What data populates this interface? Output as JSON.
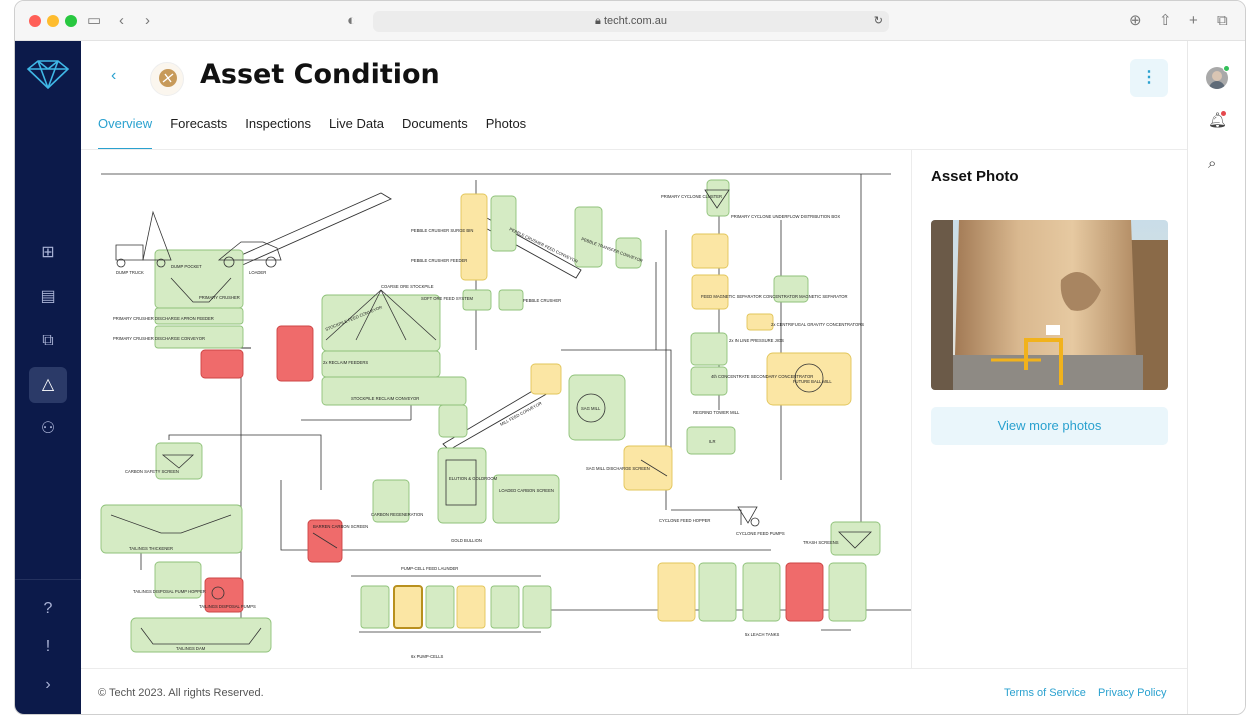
{
  "browser": {
    "url": "techt.com.au"
  },
  "header": {
    "title": "Asset Condition"
  },
  "tabs": [
    {
      "label": "Overview",
      "active": true
    },
    {
      "label": "Forecasts",
      "active": false
    },
    {
      "label": "Inspections",
      "active": false
    },
    {
      "label": "Live Data",
      "active": false
    },
    {
      "label": "Documents",
      "active": false
    },
    {
      "label": "Photos",
      "active": false
    }
  ],
  "asset_panel": {
    "title": "Asset Photo",
    "button_label": "View more photos"
  },
  "footer": {
    "copyright": "© Techt 2023. All rights Reserved.",
    "terms": "Terms of Service",
    "privacy": "Privacy Policy"
  },
  "status_colors": {
    "good": "#d5ebc4",
    "warning": "#fbe6a4",
    "critical": "#ef6b6b",
    "accent": "#2aa1cf",
    "sidebar": "#0c1a4a"
  },
  "diagram": {
    "labels": {
      "dump_truck": "DUMP TRUCK",
      "dump_pocket": "DUMP POCKET",
      "loader": "LOADER",
      "primary_crusher": "PRIMARY CRUSHER",
      "primary_crusher_apron": "PRIMARY CRUSHER DISCHARGE APRON FEEDER",
      "primary_crusher_conveyor": "PRIMARY CRUSHER DISCHARGE CONVEYOR",
      "stockpile_feed_conveyor": "STOCKPILE FEED CONVEYOR",
      "coarse_ore": "COARSE ORE STOCKPILE",
      "reclaim_feeders": "2x RECLAIM FEEDERS",
      "stockpile_reclaim": "STOCKPILE RECLAIM CONVEYOR",
      "pebble_surge": "PEBBLE CRUSHER SURGE BIN",
      "pebble_feeder": "PEBBLE CRUSHER FEEDER",
      "pebble_feed_conveyor": "PEBBLE CRUSHER FEED CONVEYOR",
      "pebble_transfer": "PEBBLE TRANSFER CONVEYOR",
      "pebble_crusher": "PEBBLE CRUSHER",
      "soft_ore": "SOFT ORE FEED SYSTEM",
      "mill_feed_conveyor": "MILL FEED CONVEYOR",
      "sag_mill": "SAG MILL",
      "sag_discharge": "SAG MILL DISCHARGE SCREEN",
      "primary_cyclone": "PRIMARY CYCLONE CLUSTER",
      "primary_underflow": "PRIMARY CYCLONE UNDERFLOW DISTRIBUTION BOX",
      "feed_separator": "FEED MAGNETIC SEPARATOR",
      "conc_separator": "CONCENTRATOR MAGNETIC SEPARATOR",
      "centrifugal": "2x CENTRIFUGAL GRAVITY CONCENTRATORS",
      "inline_jigs": "2x IN LINE PRESSURE JIGS",
      "secondary_conc": "4th CONCENTRATE SECONDARY CONCENTRATOR",
      "regrind": "REGRIND TOWER MILL",
      "future_ball": "FUTURE BALL MILL",
      "ilr": "ILR",
      "cyclone_hopper": "CYCLONE FEED HOPPER",
      "cyclone_pumps": "CYCLONE FEED PUMPS",
      "trash_screens": "TRASH SCREENS",
      "leach_tanks": "5x LEACH TANKS",
      "carbon_safety": "CARBON SAFETY SCREEN",
      "tailings_thickener": "TAILINGS THICKENER",
      "tailings_pump_hopper": "TAILINGS DISPOSAL PUMP HOPPER",
      "tailings_pumps": "TAILINGS DISPOSAL PUMPS",
      "tailings_dam": "TAILINGS DAM",
      "barren_carbon": "BARREN CARBON SCREEN",
      "carbon_regen": "CARBON REGENERATION",
      "elution": "ELUTION & GOLDROOM",
      "gold_bullion": "GOLD BULLION",
      "loaded_carbon": "LOADED CARBON SCREEN",
      "pump_cell_launder": "PUMP-CELL FEED LAUNDER",
      "pump_cells": "6x PUMP-CELLS"
    }
  }
}
